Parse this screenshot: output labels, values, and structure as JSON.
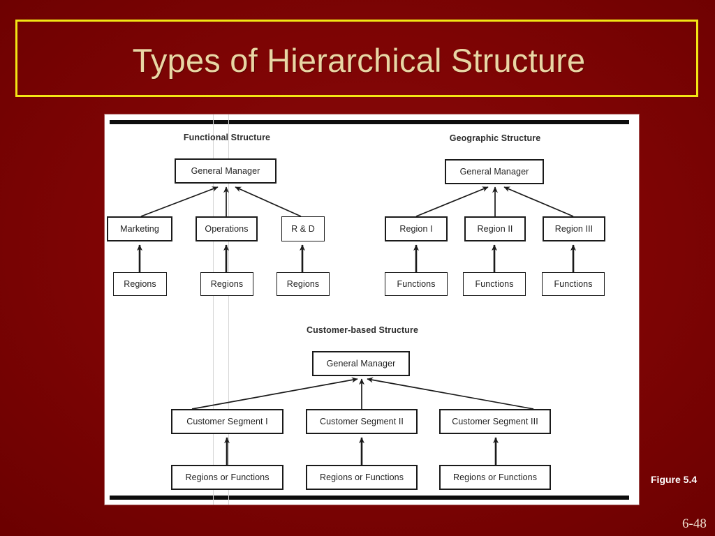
{
  "slide": {
    "title": "Types of Hierarchical Structure",
    "figure_caption": "Figure 5.4",
    "slide_number": "6-48",
    "colors": {
      "background_maroon": "#7d0404",
      "title_border_yellow": "#f2e515",
      "title_text_tan": "#e9d6a4",
      "panel_white": "#ffffff",
      "diagram_ink": "#1a1a1a",
      "guide_gray": "#d6d6d6"
    }
  },
  "diagram": {
    "sections": [
      {
        "id": "functional",
        "heading": "Functional Structure",
        "top": {
          "label": "General Manager"
        },
        "middle": [
          {
            "label": "Marketing"
          },
          {
            "label": "Operations"
          },
          {
            "label": "R & D"
          }
        ],
        "bottom": [
          {
            "label": "Regions"
          },
          {
            "label": "Regions"
          },
          {
            "label": "Regions"
          }
        ]
      },
      {
        "id": "geographic",
        "heading": "Geographic Structure",
        "top": {
          "label": "General Manager"
        },
        "middle": [
          {
            "label": "Region I"
          },
          {
            "label": "Region II"
          },
          {
            "label": "Region III"
          }
        ],
        "bottom": [
          {
            "label": "Functions"
          },
          {
            "label": "Functions"
          },
          {
            "label": "Functions"
          }
        ]
      },
      {
        "id": "customer-based",
        "heading": "Customer-based Structure",
        "top": {
          "label": "General Manager"
        },
        "middle": [
          {
            "label": "Customer Segment I"
          },
          {
            "label": "Customer Segment II"
          },
          {
            "label": "Customer Segment III"
          }
        ],
        "bottom": [
          {
            "label": "Regions or Functions"
          },
          {
            "label": "Regions or Functions"
          },
          {
            "label": "Regions or Functions"
          }
        ]
      }
    ]
  }
}
